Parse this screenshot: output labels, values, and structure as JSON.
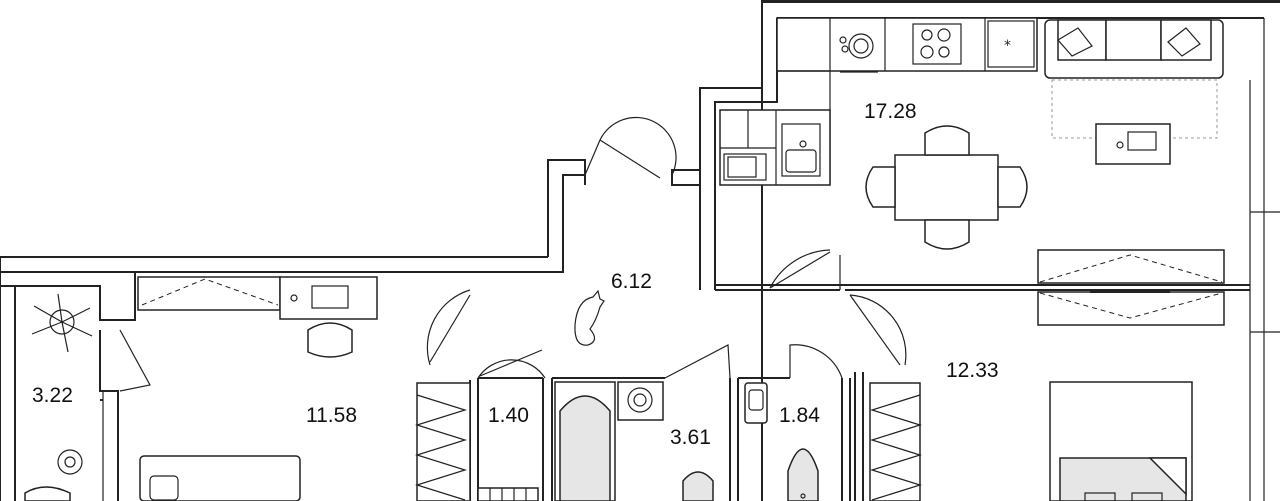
{
  "rooms": [
    {
      "id": "living-kitchen",
      "area": "17.28"
    },
    {
      "id": "hallway",
      "area": "6.12"
    },
    {
      "id": "bedroom-2",
      "area": "12.33"
    },
    {
      "id": "loggia",
      "area": "3.22"
    },
    {
      "id": "bedroom-1",
      "area": "11.58"
    },
    {
      "id": "wardrobe",
      "area": "1.40"
    },
    {
      "id": "bathroom",
      "area": "3.61"
    },
    {
      "id": "toilet",
      "area": "1.84"
    }
  ],
  "colors": {
    "wall": "#222222",
    "fixture_fill": "#e6e6e6",
    "background": "#ffffff"
  }
}
